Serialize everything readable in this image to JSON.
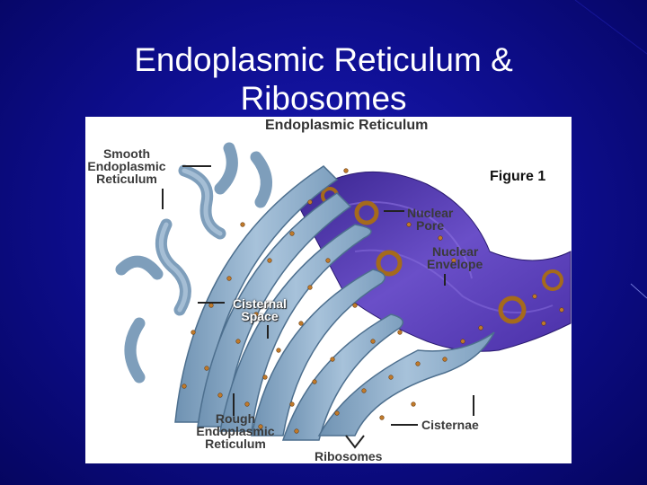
{
  "slide": {
    "title_line1": "Endoplasmic Reticulum &",
    "title_line2": "Ribosomes"
  },
  "figure": {
    "heading": "Endoplasmic Reticulum",
    "figure_label": "Figure 1",
    "labels": {
      "smooth_er": [
        "Smooth",
        "Endoplasmic",
        "Reticulum"
      ],
      "nuclear_pore": [
        "Nuclear",
        "Pore"
      ],
      "nuclear_envelope": [
        "Nuclear",
        "Envelope"
      ],
      "cisternal_space": [
        "Cisternal",
        "Space"
      ],
      "rough_er": [
        "Rough",
        "Endoplasmic",
        "Reticulum"
      ],
      "cisternae": "Cisternae",
      "ribosomes": "Ribosomes"
    },
    "colors": {
      "background": "#0d0d8a",
      "er_membrane": "#8fb0cc",
      "nucleus": "#5a3fb0",
      "ribosome": "#c07a2a"
    }
  }
}
